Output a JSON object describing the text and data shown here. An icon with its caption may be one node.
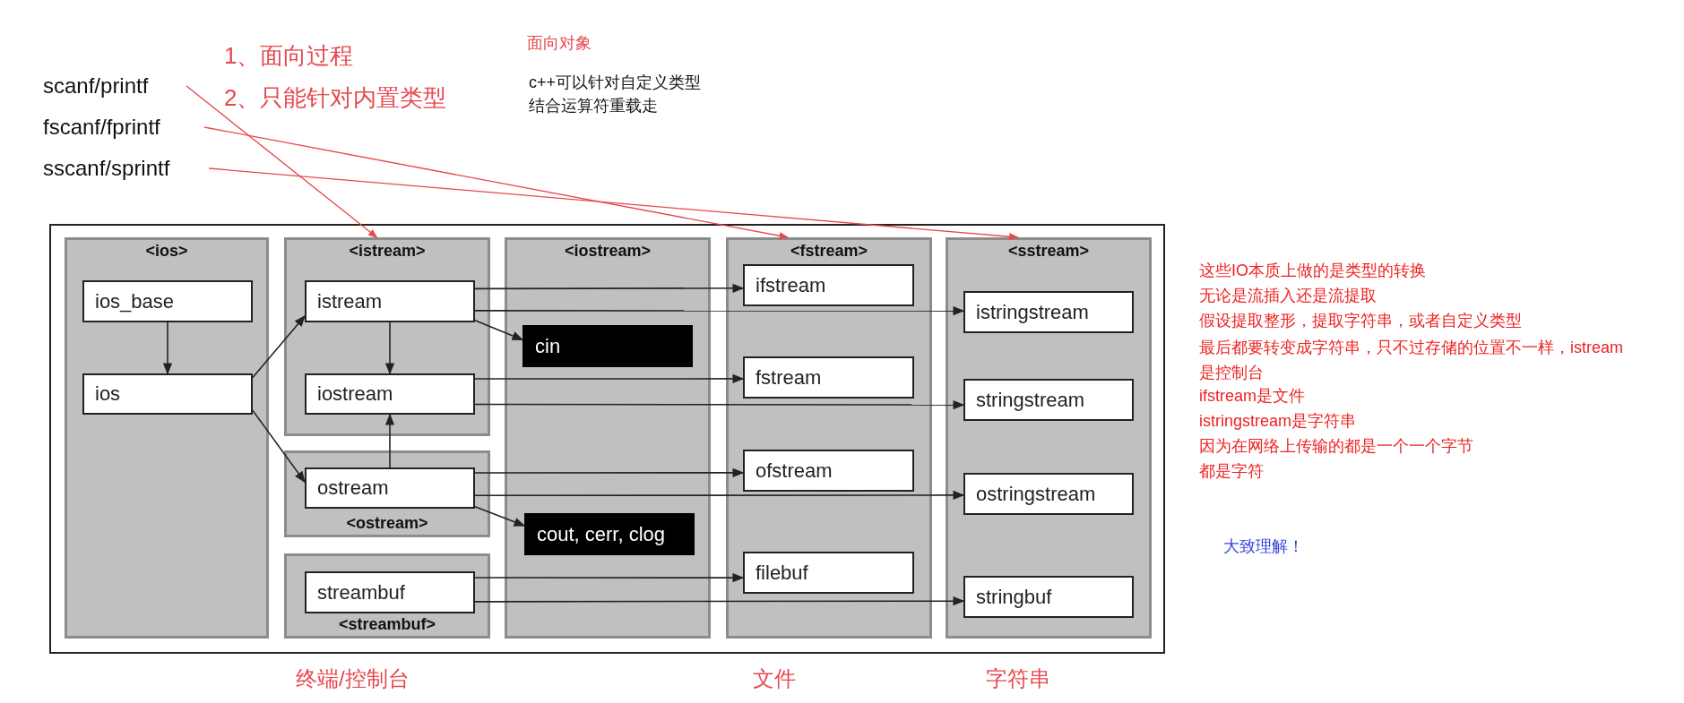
{
  "diagram": {
    "nodes": [
      {
        "text": [
          "scanf/printf"
        ]
      },
      {
        "text": [
          "fscanf/fprintf"
        ]
      },
      {
        "text": [
          "sscanf/sprintf"
        ]
      },
      {
        "text": [
          "<ios>"
        ]
      },
      {
        "text": [
          "ios_base"
        ],
        "in": 3
      },
      {
        "text": [
          "ios"
        ],
        "in": 3
      },
      {
        "text": [
          "<istream>"
        ]
      },
      {
        "text": [
          "istream"
        ],
        "in": 6
      },
      {
        "text": [
          "iostream"
        ],
        "in": 6
      },
      {
        "text": [
          "<ostream>"
        ]
      },
      {
        "text": [
          "ostream"
        ],
        "in": 9
      },
      {
        "text": [
          "<streambuf>"
        ]
      },
      {
        "text": [
          "streambuf"
        ],
        "in": 11
      },
      {
        "text": [
          "<iostream>"
        ]
      },
      {
        "text": [
          "cin"
        ],
        "in": 13
      },
      {
        "text": [
          "cout, cerr, clog"
        ],
        "in": 13
      },
      {
        "text": [
          "<fstream>"
        ]
      },
      {
        "text": [
          "ifstream"
        ],
        "in": 16
      },
      {
        "text": [
          "fstream"
        ],
        "in": 16
      },
      {
        "text": [
          "ofstream"
        ],
        "in": 16
      },
      {
        "text": [
          "filebuf"
        ],
        "in": 16
      },
      {
        "text": [
          "<sstream>"
        ]
      },
      {
        "text": [
          "istringstream"
        ],
        "in": 21
      },
      {
        "text": [
          "stringstream"
        ],
        "in": 21
      },
      {
        "text": [
          "ostringstream"
        ],
        "in": 21
      },
      {
        "text": [
          "stringbuf"
        ],
        "in": 21
      }
    ],
    "edges": [
      {
        "from": 0,
        "to": 6,
        "arrow": "to",
        "color": "#e8474c"
      },
      {
        "from": 1,
        "to": 16,
        "arrow": "to",
        "color": "#e8474c"
      },
      {
        "from": 2,
        "to": 21,
        "arrow": "to",
        "color": "#e8474c"
      },
      {
        "from": 4,
        "to": 5,
        "arrow": "to"
      },
      {
        "from": 5,
        "to": 7,
        "arrow": "to"
      },
      {
        "from": 5,
        "to": 10,
        "arrow": "to"
      },
      {
        "from": 7,
        "to": 8,
        "arrow": "to"
      },
      {
        "from": 10,
        "to": 8,
        "arrow": "to"
      },
      {
        "from": 7,
        "to": 17,
        "arrow": "to"
      },
      {
        "from": 7,
        "to": 22,
        "arrow": "to"
      },
      {
        "from": 7,
        "to": 14,
        "arrow": "to"
      },
      {
        "from": 8,
        "to": 18,
        "arrow": "to"
      },
      {
        "from": 8,
        "to": 23,
        "arrow": "to"
      },
      {
        "from": 10,
        "to": 19,
        "arrow": "to"
      },
      {
        "from": 10,
        "to": 24,
        "arrow": "to"
      },
      {
        "from": 10,
        "to": 15,
        "arrow": "to"
      },
      {
        "from": 12,
        "to": 20,
        "arrow": "to"
      },
      {
        "from": 12,
        "to": 25,
        "arrow": "to"
      }
    ],
    "labels": [
      "1、面向过程",
      "2、只能针对内置类型",
      "面向对象",
      "c++可以针对自定义类型",
      "结合运算符重载走",
      "这些IO本质上做的是类型的转换",
      "无论是流插入还是流提取",
      "假设提取整形，提取字符串，或者自定义类型",
      "最后都要转变成字符串，只不过存储的位置不一样，istream是控制台",
      "ifstream是文件",
      "istringstream是字符串",
      "因为在网络上传输的都是一个一个字节",
      "都是字符",
      "大致理解！",
      "终端/控制台",
      "文件",
      "字符串"
    ]
  }
}
